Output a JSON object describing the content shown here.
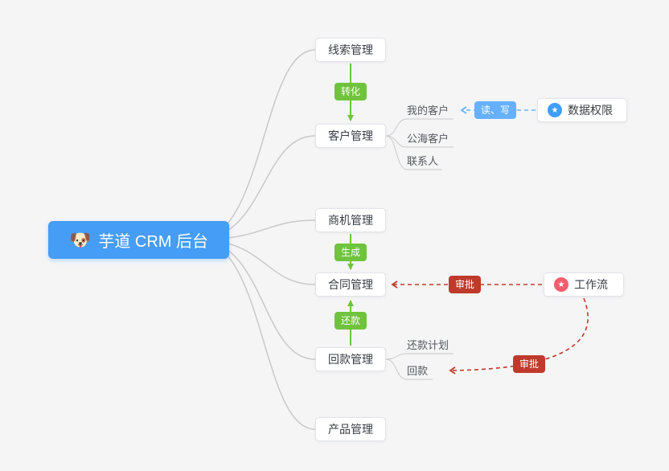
{
  "root": {
    "emoji": "🐶",
    "label": "芋道 CRM 后台"
  },
  "main_nodes": [
    {
      "id": "leads",
      "label": "线索管理"
    },
    {
      "id": "customers",
      "label": "客户管理"
    },
    {
      "id": "opportunities",
      "label": "商机管理"
    },
    {
      "id": "contracts",
      "label": "合同管理"
    },
    {
      "id": "receivables",
      "label": "回款管理"
    },
    {
      "id": "products",
      "label": "产品管理"
    }
  ],
  "side_nodes": [
    {
      "id": "data-permission",
      "label": "数据权限",
      "icon": "star-icon",
      "icon_glyph": "★",
      "icon_color": "#409eff"
    },
    {
      "id": "workflow",
      "label": "工作流",
      "icon": "star-icon",
      "icon_glyph": "★",
      "icon_color": "#f25e6d"
    }
  ],
  "sub_nodes": {
    "customers": [
      "我的客户",
      "公海客户",
      "联系人"
    ],
    "receivables": [
      "还款计划",
      "回款"
    ]
  },
  "edge_labels": {
    "convert": "转化",
    "generate": "生成",
    "repay": "还款",
    "read_write": "读、写",
    "approve_contract": "审批",
    "approve_receivable": "审批"
  },
  "colors": {
    "background": "#f5f5f6",
    "root_bg": "#459df5",
    "green": "#6fc33d",
    "blue_badge": "#66b1ff",
    "red_badge": "#bf3a2b",
    "blue_icon": "#409eff",
    "red_icon": "#f25e6d",
    "wire_gray": "#c9c9c9"
  }
}
